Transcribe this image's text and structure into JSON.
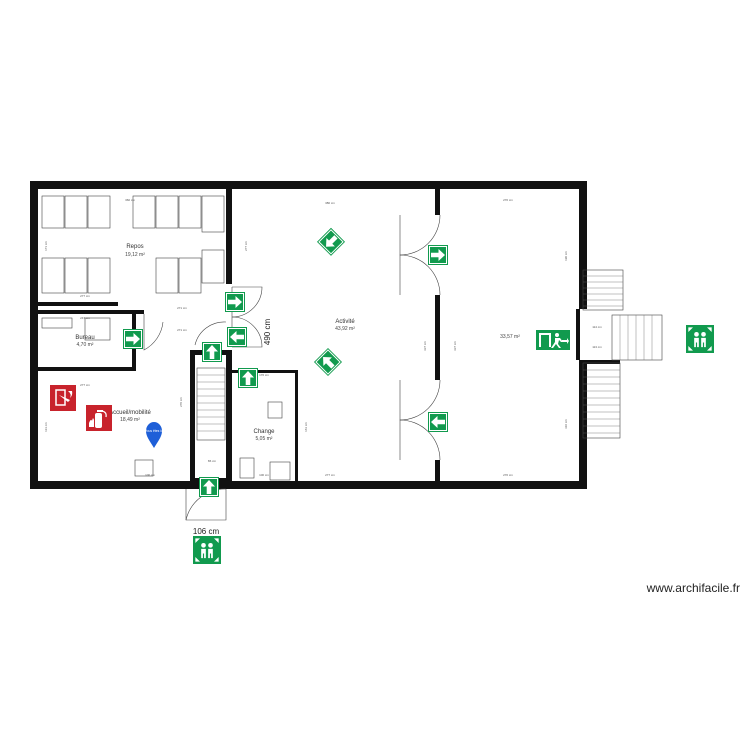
{
  "rooms": {
    "repos": {
      "name": "Repos",
      "area": "19,12 m²"
    },
    "bureau": {
      "name": "Bureau",
      "area": "4,70 m²"
    },
    "accueil": {
      "name": "Accueil/mobilité",
      "area": "18,49 m²"
    },
    "activite": {
      "name": "Activité",
      "area": "43,92 m²"
    },
    "change": {
      "name": "Change",
      "area": "5,05 m²"
    },
    "right_room": {
      "area": "33,57 m²"
    }
  },
  "dimensions": {
    "repos_top": "360 cm",
    "activite_top": "380 cm",
    "right_top": "270 cm",
    "repos_bottom": "277 cm",
    "corridor_top": "271 cm",
    "corridor_bottom": "271 cm",
    "bureau_top": "247 cm",
    "accueil_top": "277 cm",
    "repos_left": "171 cm",
    "activite_left": "277 cm",
    "activite_right": "337 cm",
    "right_left": "337 cm",
    "right_right_top": "190 cm",
    "right_right_bottom": "310 cm",
    "accueil_left": "113 cm",
    "stair_side": "270 cm",
    "change_top": "176 cm",
    "change_right": "161 cm",
    "activite_bottom": "277 cm",
    "right_bottom": "270 cm",
    "change_bottom": "100 cm",
    "accueil_bottom_a": "86 cm",
    "accueil_bottom_b": "100 cm",
    "ext_top": "114 cm",
    "ext_bottom": "113 cm",
    "wall_height": "490 cm",
    "door_width": "106 cm"
  },
  "markers": {
    "location_pin": "Vous êtes ici"
  },
  "icons": [
    "emergency-exit-arrow-icon",
    "emergency-exit-person-icon",
    "assembly-point-icon",
    "fire-extinguisher-icon",
    "fire-alarm-icon",
    "location-pin-icon"
  ],
  "colors": {
    "safety_green": "#119a4e",
    "fire_red": "#c8232c",
    "pin_blue": "#1e5fd8",
    "wall": "#111111"
  },
  "credit": "www.archifacile.fr"
}
